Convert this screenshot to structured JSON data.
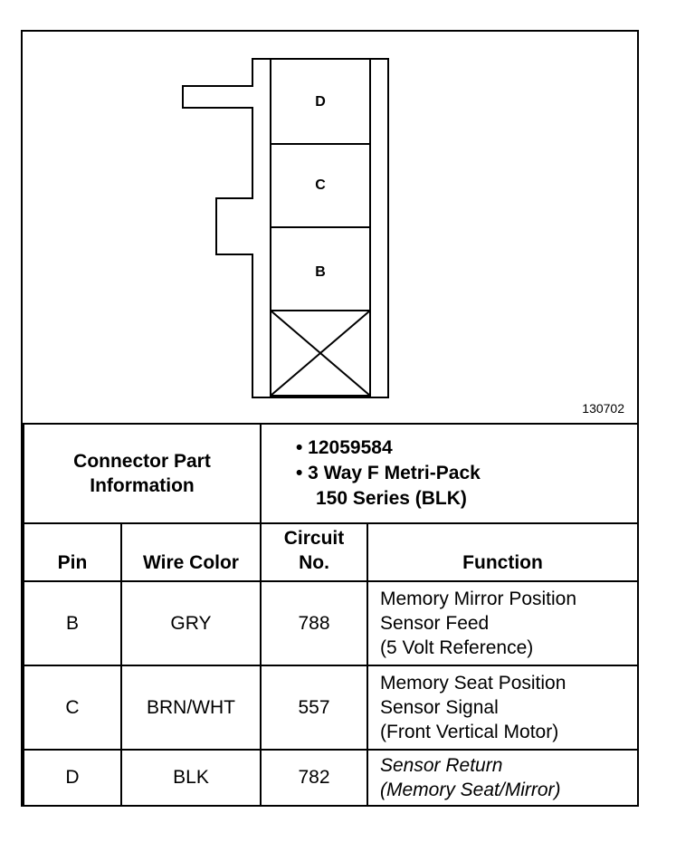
{
  "diagram": {
    "figure_number": "130702",
    "cavity_labels": [
      "D",
      "C",
      "B"
    ]
  },
  "connector_info": {
    "label_line1": "Connector Part",
    "label_line2": "Information",
    "item1": "• 12059584",
    "item2": "• 3 Way F Metri-Pack",
    "item2_cont": "150 Series (BLK)"
  },
  "table": {
    "headers": {
      "pin": "Pin",
      "wire_color": "Wire Color",
      "circuit_line1": "Circuit",
      "circuit_line2": "No.",
      "function": "Function"
    },
    "rows": [
      {
        "pin": "B",
        "wire_color": "GRY",
        "circuit": "788",
        "function": [
          "Memory Mirror Position",
          "Sensor Feed",
          "(5 Volt Reference)"
        ]
      },
      {
        "pin": "C",
        "wire_color": "BRN/WHT",
        "circuit": "557",
        "function": [
          "Memory Seat Position",
          "Sensor Signal",
          "(Front Vertical Motor)"
        ]
      },
      {
        "pin": "D",
        "wire_color": "BLK",
        "circuit": "782",
        "function": [
          "Sensor Return",
          "(Memory Seat/Mirror)"
        ]
      }
    ]
  }
}
